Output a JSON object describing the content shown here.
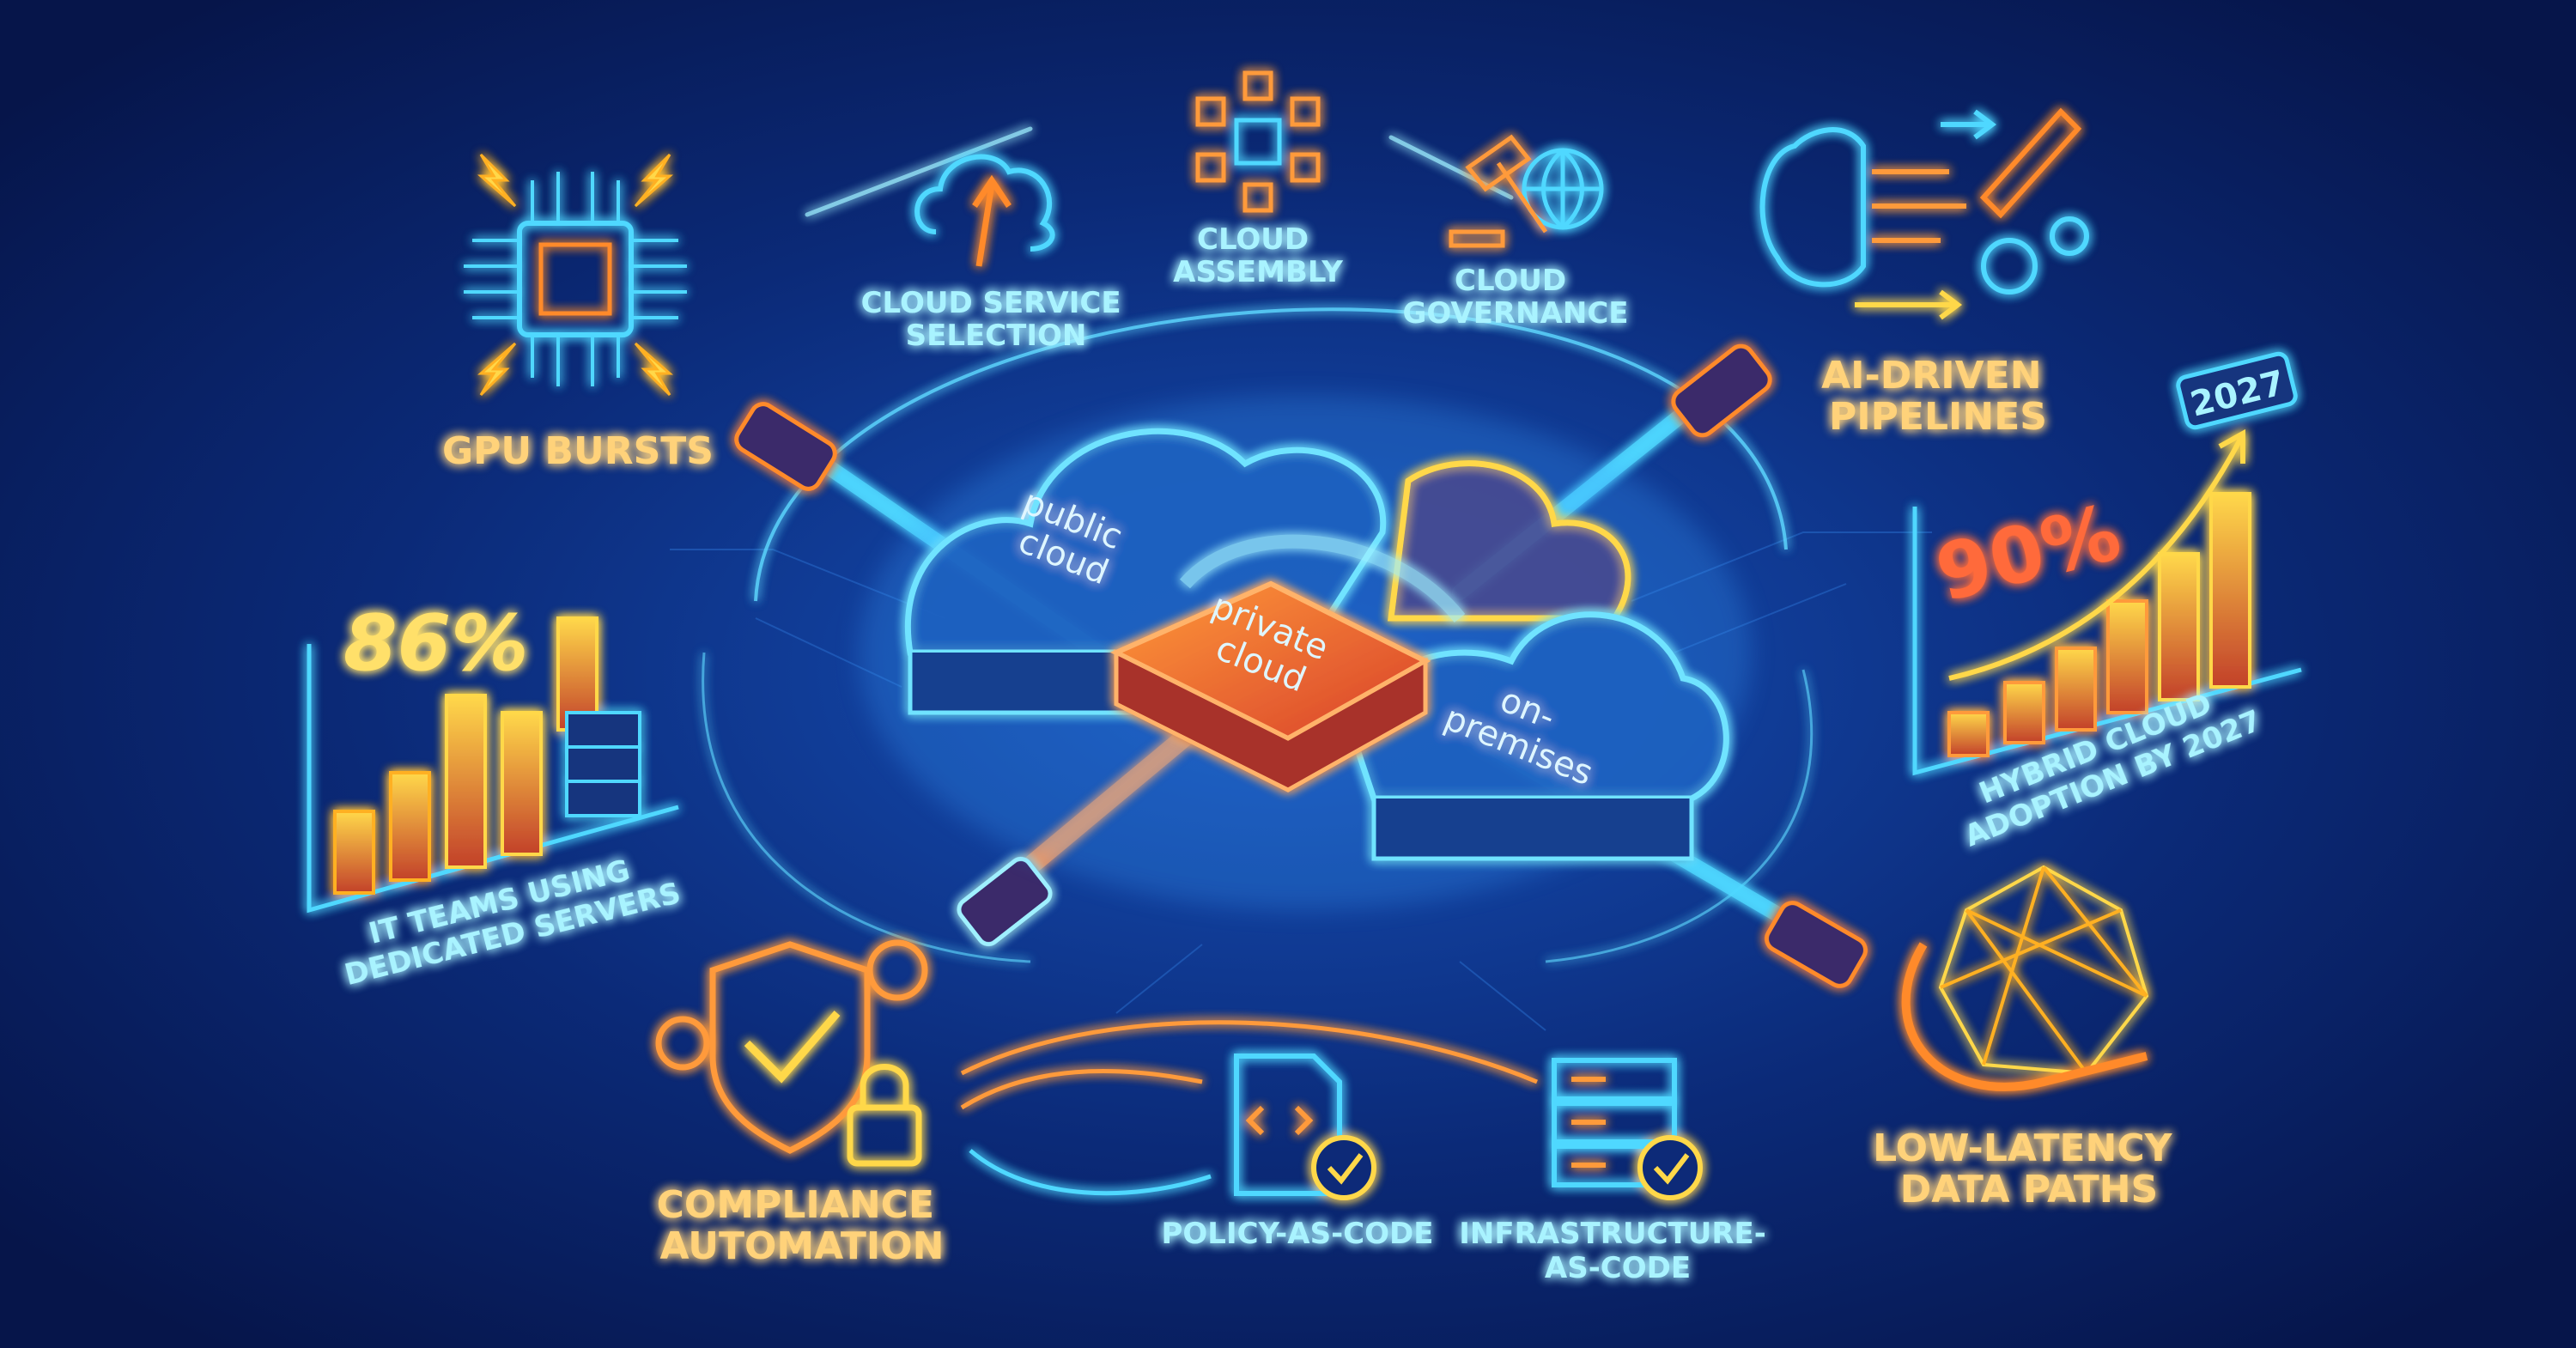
{
  "colors": {
    "background": "#0b2a78",
    "background_edge": "#06154a",
    "neon_cyan": "#4fd8ff",
    "neon_orange": "#ff8a2a",
    "neon_yellow": "#ffd84a",
    "label_cyan": "#a9f3ff",
    "label_orange": "#ffd27a"
  },
  "center": {
    "public_cloud": [
      "public",
      "cloud"
    ],
    "private_cloud": [
      "private",
      "cloud"
    ],
    "on_premises": [
      "on-",
      "premises"
    ]
  },
  "top_arc": {
    "cloud_service_selection": {
      "lines": [
        "CLOUD SERVICE",
        "SELECTION"
      ],
      "icon": "cloud-upload-icon"
    },
    "cloud_assembly": {
      "lines": [
        "CLOUD",
        "ASSEMBLY"
      ],
      "icon": "cube-network-icon"
    },
    "cloud_governance": {
      "lines": [
        "CLOUD",
        "GOVERNANCE"
      ],
      "icon": "gavel-globe-icon"
    }
  },
  "gpu_bursts": {
    "label": "GPU BURSTS",
    "icon": "gpu-chip-icon"
  },
  "ai_pipelines": {
    "lines": [
      "AI-DRIVEN",
      "PIPELINES"
    ],
    "icon": "brain-rocket-icon"
  },
  "stat_dedicated": {
    "value": "86%",
    "lines": [
      "IT TEAMS USING",
      "DEDICATED SERVERS"
    ],
    "icon": "bar-chart-server-icon"
  },
  "stat_hybrid": {
    "value": "90%",
    "badge": "2027",
    "lines": [
      "HYBRID CLOUD",
      "ADOPTION BY 2027"
    ],
    "icon": "growth-chart-icon"
  },
  "compliance": {
    "lines": [
      "COMPLIANCE",
      "AUTOMATION"
    ],
    "icon": "shield-check-lock-icon"
  },
  "policy_as_code": {
    "label": "POLICY-AS-CODE",
    "icon": "code-document-check-icon"
  },
  "iac": {
    "lines": [
      "INFRASTRUCTURE-",
      "AS-CODE"
    ],
    "icon": "server-stack-check-icon"
  },
  "low_latency": {
    "lines": [
      "LOW-LATENCY",
      "DATA PATHS"
    ],
    "icon": "fiber-network-icon"
  }
}
